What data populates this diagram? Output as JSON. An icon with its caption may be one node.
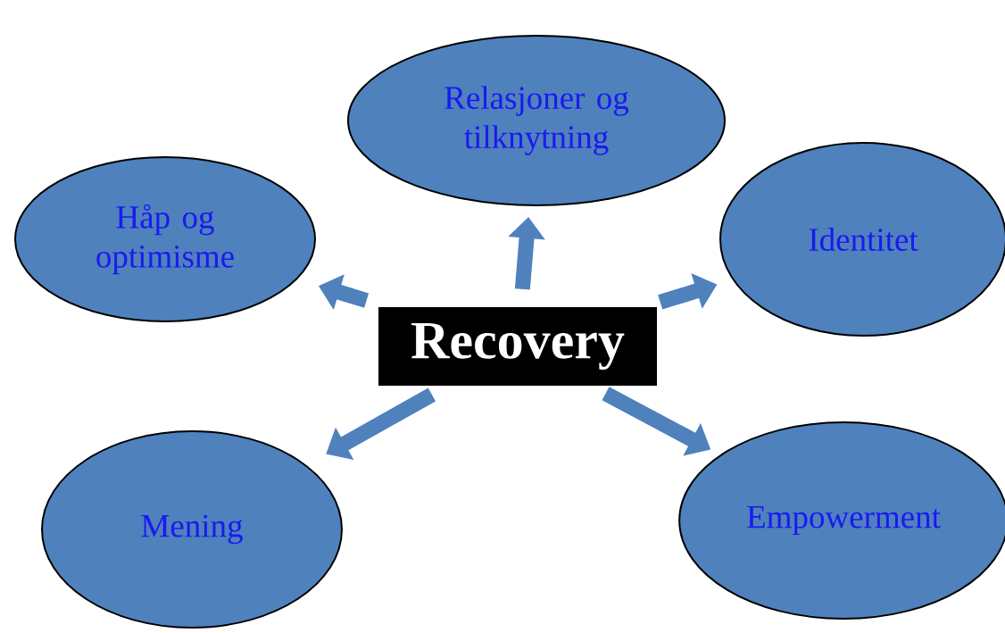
{
  "diagram": {
    "nodes": [
      {
        "text": [
          "Relasjoner og tilknytning"
        ]
      },
      {
        "text": [
          "Håp og optimisme"
        ]
      },
      {
        "text": [
          "Identitet"
        ]
      },
      {
        "text": [
          "Recovery"
        ]
      },
      {
        "text": [
          "Mening"
        ]
      },
      {
        "text": [
          "Empowerment"
        ]
      }
    ],
    "edges": [
      {
        "from": 3,
        "to": 0,
        "arrow": "to"
      },
      {
        "from": 3,
        "to": 1,
        "arrow": "to"
      },
      {
        "from": 3,
        "to": 2,
        "arrow": "to"
      },
      {
        "from": 3,
        "to": 4,
        "arrow": "to"
      },
      {
        "from": 3,
        "to": 5,
        "arrow": "to"
      }
    ]
  }
}
